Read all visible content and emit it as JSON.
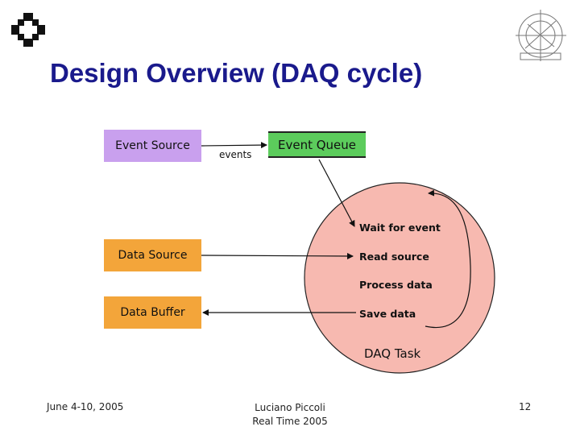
{
  "title": "Design Overview (DAQ cycle)",
  "boxes": {
    "event_source": "Event Source",
    "event_queue": "Event Queue",
    "data_source": "Data Source",
    "data_buffer": "Data Buffer"
  },
  "arrow_label": "events",
  "daq_steps": [
    "Wait for event",
    "Read source",
    "Process data",
    "Save data"
  ],
  "daq_task": "DAQ Task",
  "footer": {
    "date": "June 4-10, 2005",
    "author": "Luciano Piccoli",
    "event": "Real Time 2005",
    "page": "12"
  },
  "colors": {
    "title": "#1a1a8c",
    "event_source_box": "#c9a0ee",
    "data_boxes": "#f3a53a",
    "event_queue_box": "#5ccc5c",
    "daq_circle": "#f7b9b0"
  }
}
